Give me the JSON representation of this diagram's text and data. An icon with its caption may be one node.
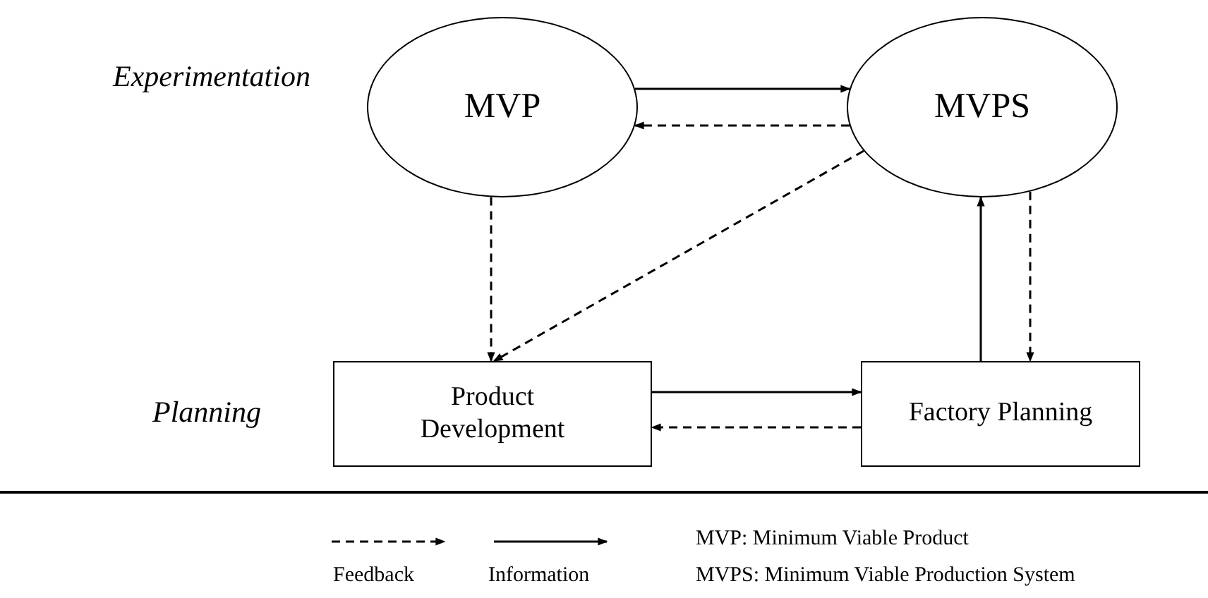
{
  "diagram": {
    "nodes": [
      {
        "text": [
          "MVP"
        ]
      },
      {
        "text": [
          "MVPS"
        ]
      },
      {
        "text": [
          "Product Development"
        ]
      },
      {
        "text": [
          "Factory Planning"
        ]
      }
    ],
    "edges": [
      {
        "from": 0,
        "to": 1,
        "arrow": "to"
      },
      {
        "from": 1,
        "to": 0,
        "arrow": "to",
        "style": "dashed"
      },
      {
        "from": 0,
        "to": 2,
        "arrow": "to",
        "style": "dashed"
      },
      {
        "from": 1,
        "to": 2,
        "arrow": "to",
        "style": "dashed"
      },
      {
        "from": 2,
        "to": 3,
        "arrow": "to"
      },
      {
        "from": 3,
        "to": 2,
        "arrow": "to",
        "style": "dashed"
      },
      {
        "from": 3,
        "to": 1,
        "arrow": "to"
      },
      {
        "from": 1,
        "to": 3,
        "arrow": "to",
        "style": "dashed"
      }
    ],
    "labels": [
      "Experimentation",
      "Planning",
      "MVP: Minimum Viable Product",
      "MVPS: Minimum Viable Production System"
    ],
    "legend": [
      {
        "text": "Feedback"
      },
      {
        "text": "Information"
      }
    ]
  }
}
